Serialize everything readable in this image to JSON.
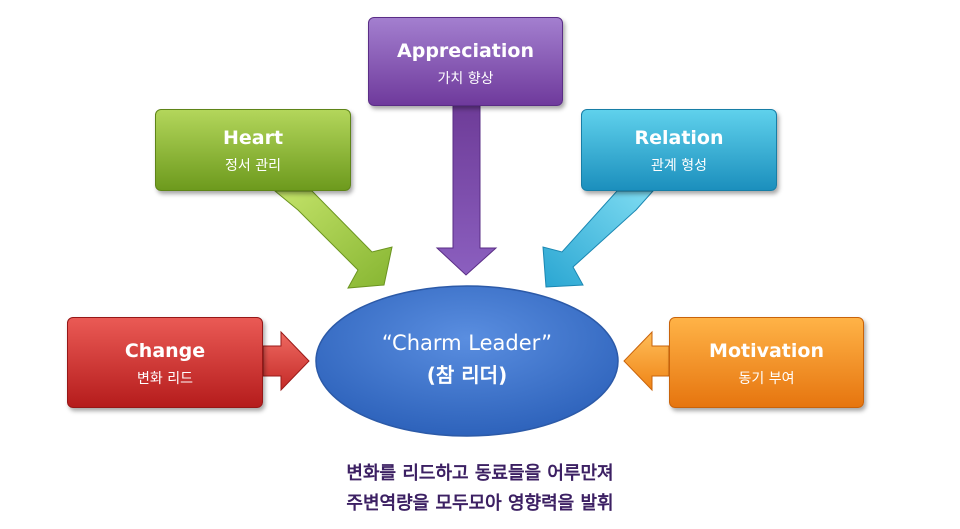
{
  "center": {
    "title": "“Charm Leader”",
    "subtitle": "(참 리더)"
  },
  "boxes": {
    "appreciation": {
      "title": "Appreciation",
      "subtitle": "가치 향상",
      "color": "#8a5bb8"
    },
    "heart": {
      "title": "Heart",
      "subtitle": "정서 관리",
      "color": "#8fbc3a"
    },
    "relation": {
      "title": "Relation",
      "subtitle": "관계 형성",
      "color": "#33b3da"
    },
    "change": {
      "title": "Change",
      "subtitle": "변화 리드",
      "color": "#d23a36"
    },
    "motivation": {
      "title": "Motivation",
      "subtitle": "동기 부여",
      "color": "#f7931e"
    }
  },
  "caption": {
    "line1": "변화를 리드하고 동료들을 어루만져",
    "line2": "주변역량을 모두모아 영향력을 발휘"
  }
}
